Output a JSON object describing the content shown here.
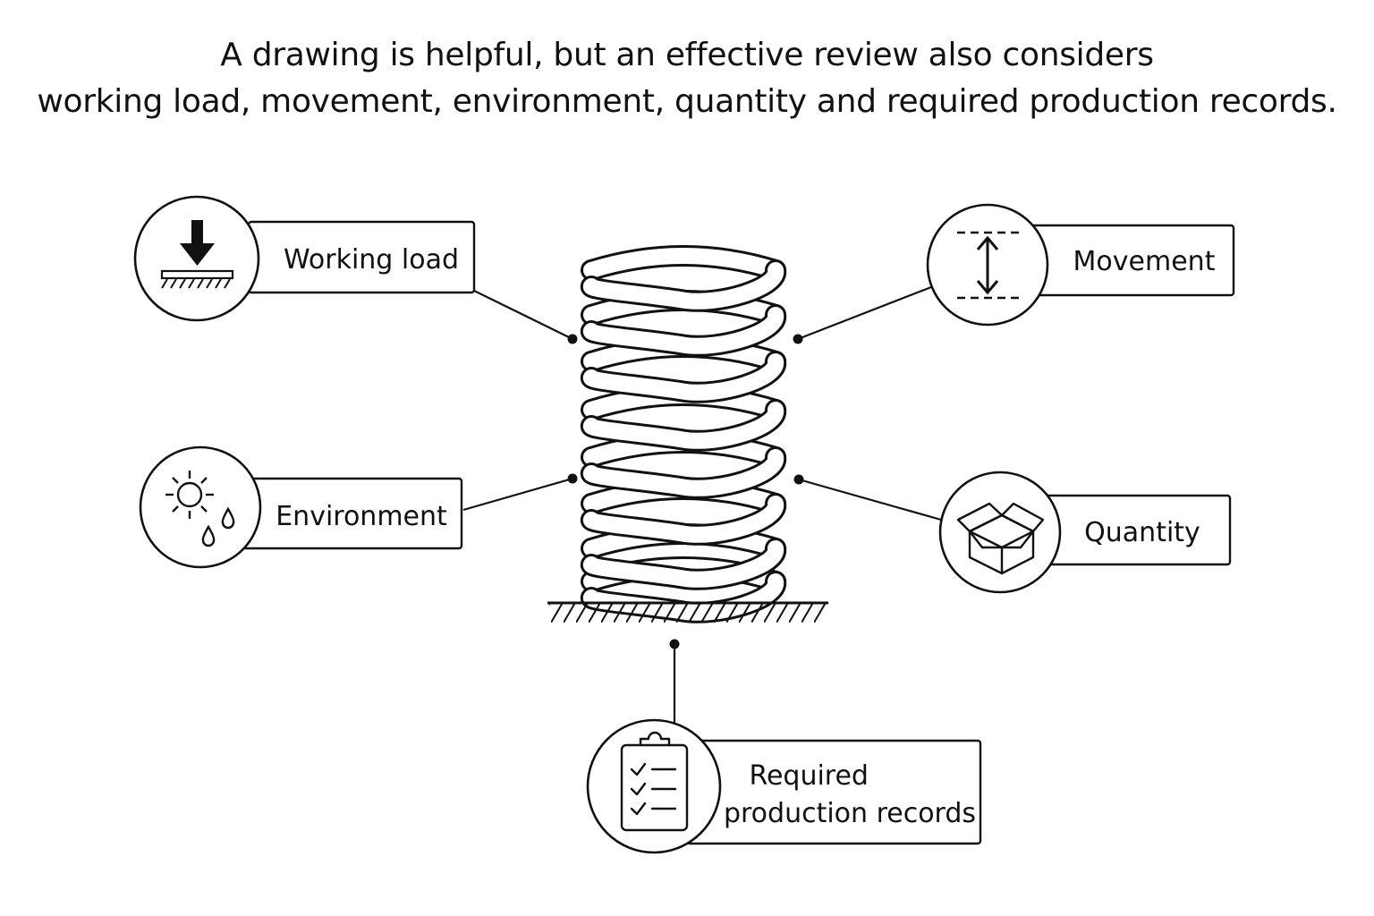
{
  "headline": {
    "line1": "A drawing is helpful, but an effective review also considers",
    "line2": "working load, movement, environment, quantity and required production records."
  },
  "factors": [
    {
      "label": "Working load",
      "icon": "downward-arrow-load-icon"
    },
    {
      "label": "Movement",
      "icon": "vertical-travel-arrow-icon"
    },
    {
      "label": "Environment",
      "icon": "sun-and-droplets-icon"
    },
    {
      "label": "Quantity",
      "icon": "open-box-icon"
    },
    {
      "label_lines": [
        "Required",
        "production records"
      ],
      "icon": "clipboard-checklist-icon"
    }
  ],
  "center": {
    "icon": "compression-spring-icon"
  },
  "colors": {
    "stroke": "#111111",
    "background": "#ffffff"
  }
}
